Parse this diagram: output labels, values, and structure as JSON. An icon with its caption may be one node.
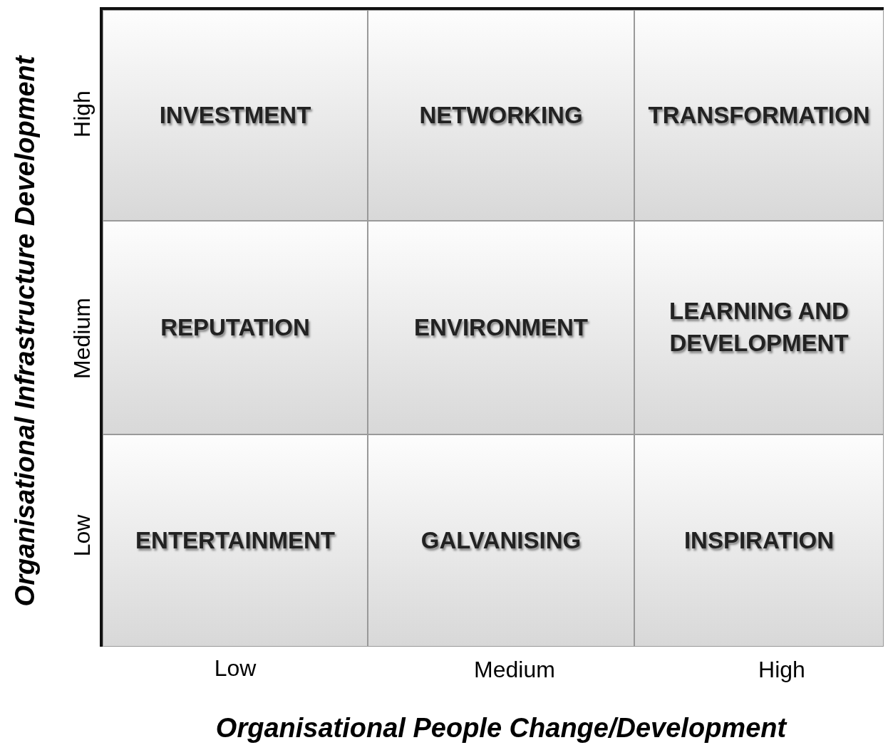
{
  "diagram": {
    "nodes": [
      {
        "text": [
          "INVESTMENT"
        ]
      },
      {
        "text": [
          "NETWORKING"
        ]
      },
      {
        "text": [
          "TRANSFORMATION"
        ]
      },
      {
        "text": [
          "REPUTATION"
        ]
      },
      {
        "text": [
          "ENVIRONMENT"
        ]
      },
      {
        "text": [
          "LEARNING AND DEVELOPMENT"
        ]
      },
      {
        "text": [
          "ENTERTAINMENT"
        ]
      },
      {
        "text": [
          "GALVANISING"
        ]
      },
      {
        "text": [
          "INSPIRATION"
        ]
      }
    ],
    "labels": [
      "Organisational Infrastructure Development",
      "High",
      "Medium",
      "Low",
      "Low",
      "Medium",
      "High",
      "Organisational People Change/Development"
    ]
  }
}
